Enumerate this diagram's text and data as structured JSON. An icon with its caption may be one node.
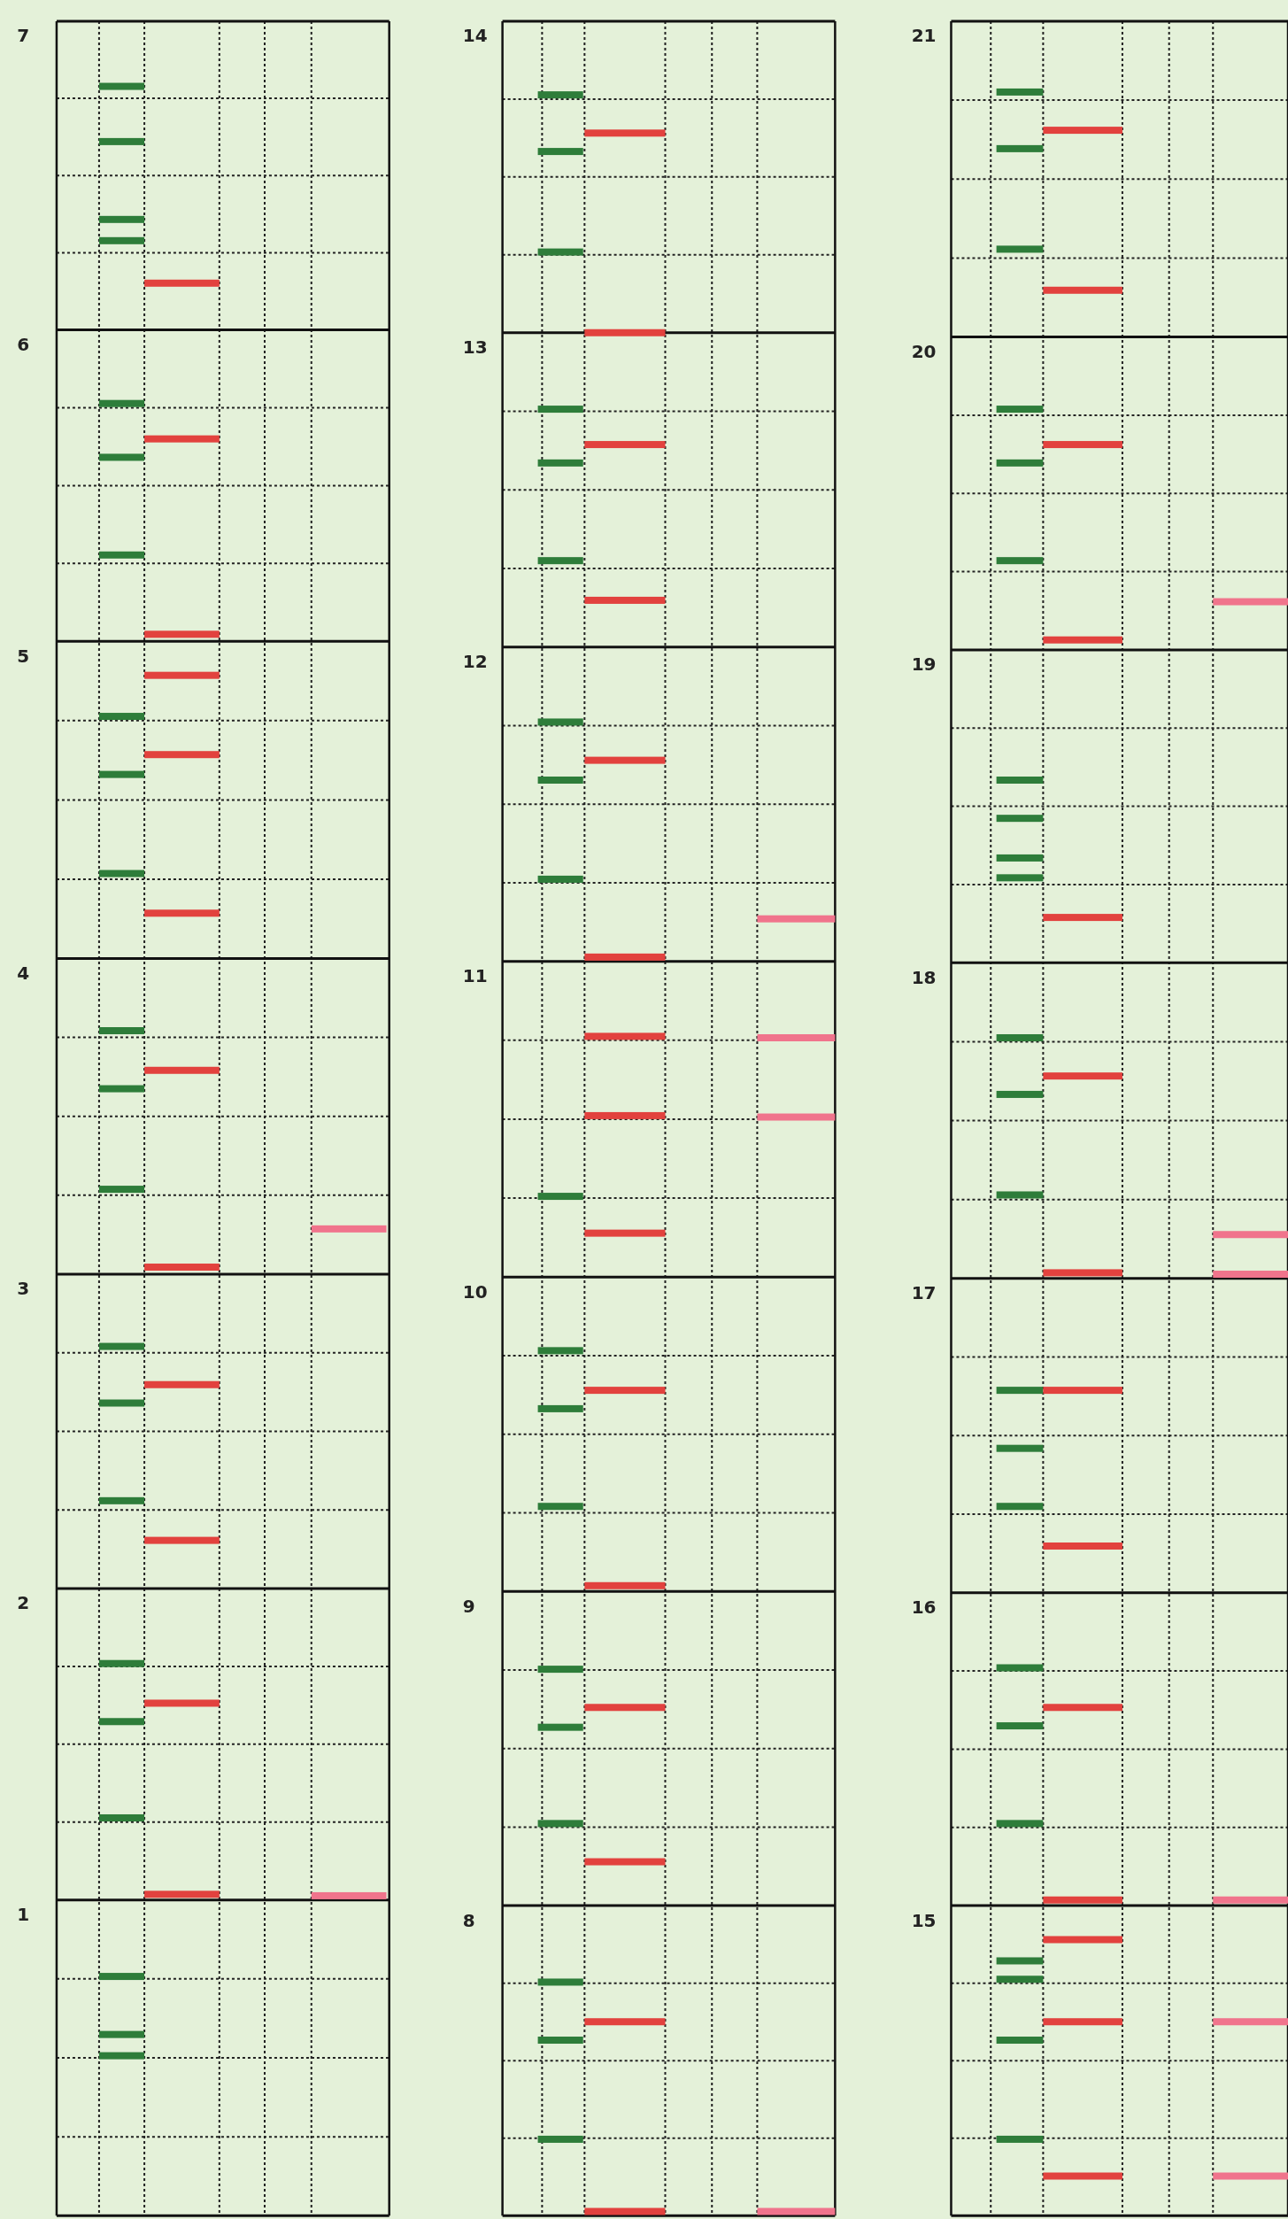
{
  "diagram": {
    "labels": [
      "7",
      "14",
      "21",
      "6",
      "13",
      "20",
      "5",
      "12",
      "19",
      "4",
      "11",
      "18",
      "3",
      "10",
      "17",
      "2",
      "9",
      "16",
      "1",
      "8",
      "15"
    ]
  }
}
